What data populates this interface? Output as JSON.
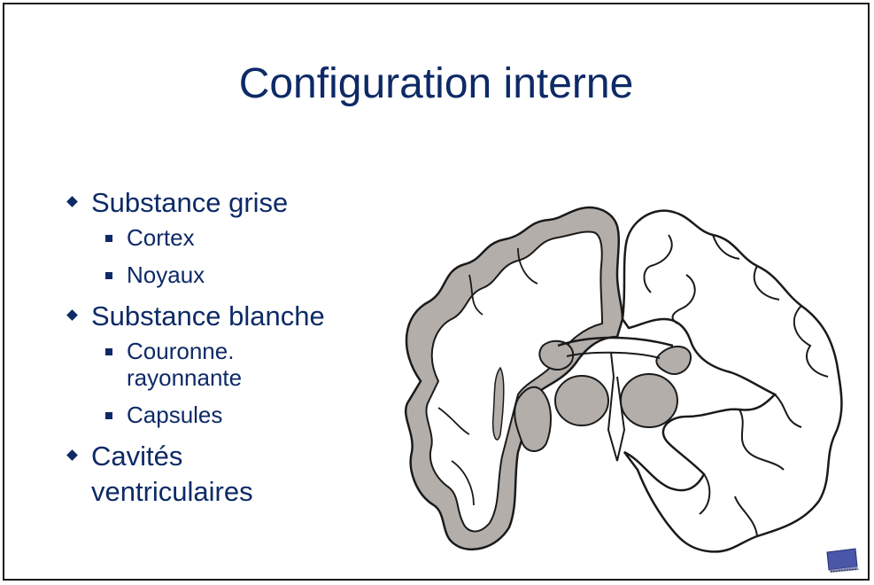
{
  "slide": {
    "title": "Configuration interne",
    "bullets": [
      {
        "label": "Substance grise",
        "sub": [
          "Cortex",
          "Noyaux"
        ]
      },
      {
        "label": "Substance blanche",
        "sub": [
          "Couronne. rayonnante",
          "Capsules"
        ]
      },
      {
        "label": "Cavités ventriculaires",
        "sub": []
      }
    ]
  },
  "colors": {
    "text": "#0d2a66",
    "grey_matter": "#b3aeaa",
    "outline": "#1a1a1a"
  },
  "icons": {
    "bullet_level1": "diamond-icon",
    "bullet_level2": "square-icon",
    "logo": "slide-logo-icon"
  }
}
